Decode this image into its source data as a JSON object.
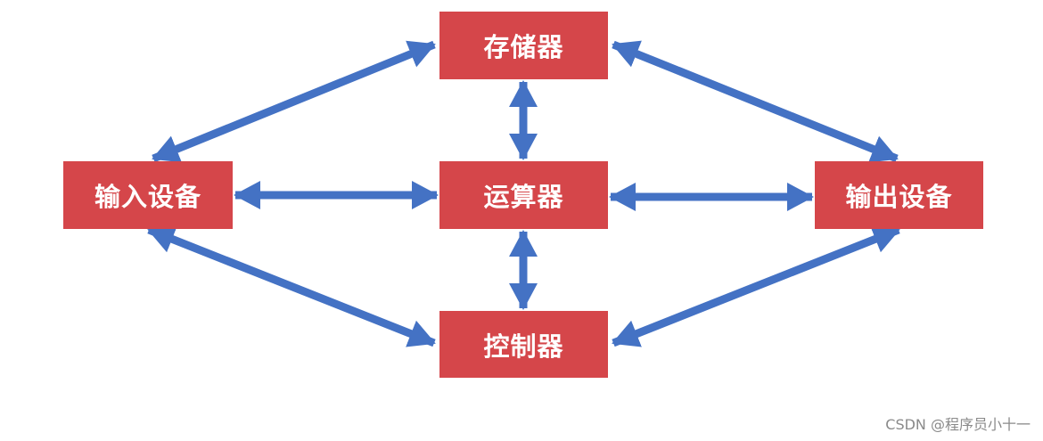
{
  "nodes": {
    "memory": "存储器",
    "alu": "运算器",
    "controller": "控制器",
    "input": "输入设备",
    "output": "输出设备"
  },
  "colors": {
    "node_fill": "#d5464a",
    "node_text": "#ffffff",
    "arrow": "#4472c4"
  },
  "edges": [
    {
      "from": "input",
      "to": "memory",
      "type": "bidirectional"
    },
    {
      "from": "memory",
      "to": "output",
      "type": "bidirectional"
    },
    {
      "from": "memory",
      "to": "alu",
      "type": "bidirectional"
    },
    {
      "from": "input",
      "to": "alu",
      "type": "bidirectional"
    },
    {
      "from": "alu",
      "to": "output",
      "type": "bidirectional"
    },
    {
      "from": "alu",
      "to": "controller",
      "type": "bidirectional"
    },
    {
      "from": "input",
      "to": "controller",
      "type": "bidirectional"
    },
    {
      "from": "controller",
      "to": "output",
      "type": "bidirectional"
    }
  ],
  "watermark": "CSDN @程序员小十一"
}
